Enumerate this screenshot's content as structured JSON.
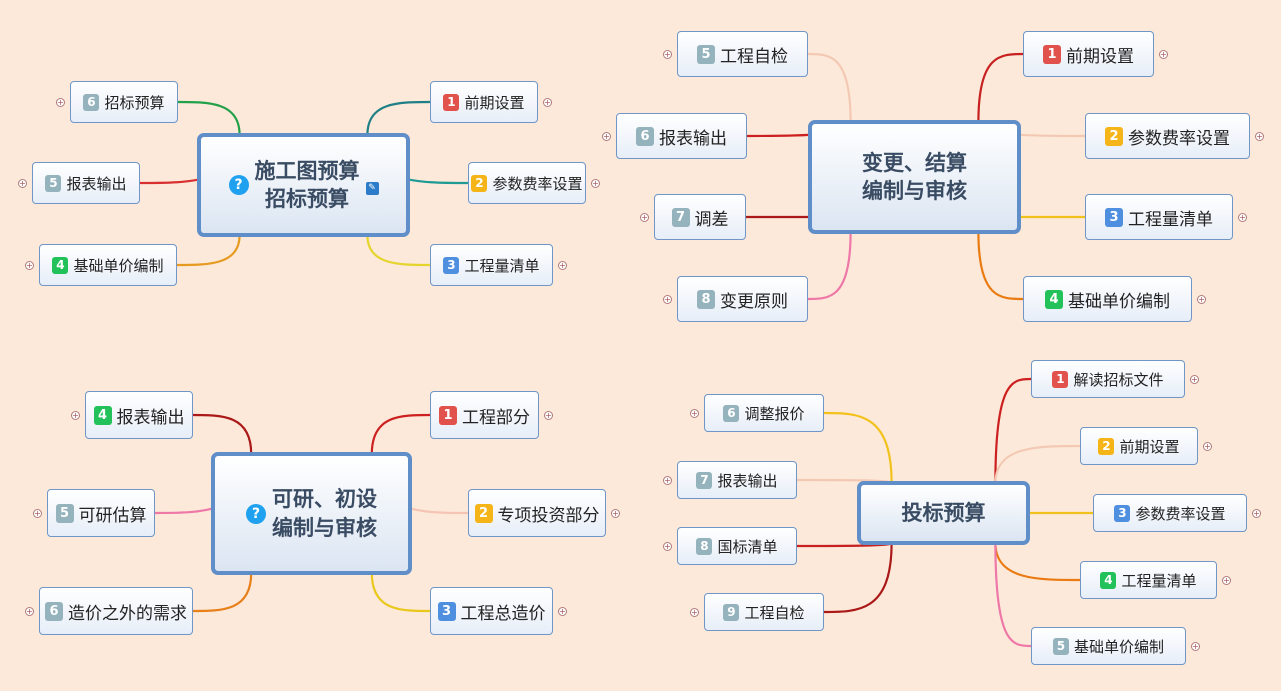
{
  "colors": {
    "red": "#e0524b",
    "orange": "#f5b418",
    "blue": "#4e8fe0",
    "green": "#23c15a",
    "gray": "#95b3bd"
  },
  "maps": {
    "tl": {
      "title": [
        "施工图预算",
        "招标预算"
      ],
      "icons": [
        "help-icon",
        "attachment-icon"
      ],
      "branches": [
        {
          "num": "1",
          "label": "前期设置",
          "badge": "red"
        },
        {
          "num": "2",
          "label": "参数费率设置",
          "badge": "orange"
        },
        {
          "num": "3",
          "label": "工程量清单",
          "badge": "blue"
        },
        {
          "num": "4",
          "label": "基础单价编制",
          "badge": "green"
        },
        {
          "num": "5",
          "label": "报表输出",
          "badge": "gray"
        },
        {
          "num": "6",
          "label": "招标预算",
          "badge": "gray"
        }
      ]
    },
    "tr": {
      "title": [
        "变更、结算",
        "编制与审核"
      ],
      "icons": [],
      "branches": [
        {
          "num": "1",
          "label": "前期设置",
          "badge": "red"
        },
        {
          "num": "2",
          "label": "参数费率设置",
          "badge": "orange"
        },
        {
          "num": "3",
          "label": "工程量清单",
          "badge": "blue"
        },
        {
          "num": "4",
          "label": "基础单价编制",
          "badge": "green"
        },
        {
          "num": "5",
          "label": "工程自检",
          "badge": "gray"
        },
        {
          "num": "6",
          "label": "报表输出",
          "badge": "gray"
        },
        {
          "num": "7",
          "label": "调差",
          "badge": "gray"
        },
        {
          "num": "8",
          "label": "变更原则",
          "badge": "gray"
        }
      ]
    },
    "bl": {
      "title": [
        "可研、初设",
        "编制与审核"
      ],
      "icons": [
        "help-icon"
      ],
      "branches": [
        {
          "num": "1",
          "label": "工程部分",
          "badge": "red"
        },
        {
          "num": "2",
          "label": "专项投资部分",
          "badge": "orange"
        },
        {
          "num": "3",
          "label": "工程总造价",
          "badge": "blue"
        },
        {
          "num": "4",
          "label": "报表输出",
          "badge": "green"
        },
        {
          "num": "5",
          "label": "可研估算",
          "badge": "gray"
        },
        {
          "num": "6",
          "label": "造价之外的需求",
          "badge": "gray"
        }
      ]
    },
    "br": {
      "title": [
        "投标预算"
      ],
      "icons": [],
      "branches": [
        {
          "num": "1",
          "label": "解读招标文件",
          "badge": "red"
        },
        {
          "num": "2",
          "label": "前期设置",
          "badge": "orange"
        },
        {
          "num": "3",
          "label": "参数费率设置",
          "badge": "blue"
        },
        {
          "num": "4",
          "label": "工程量清单",
          "badge": "green"
        },
        {
          "num": "5",
          "label": "基础单价编制",
          "badge": "gray"
        },
        {
          "num": "6",
          "label": "调整报价",
          "badge": "gray"
        },
        {
          "num": "7",
          "label": "报表输出",
          "badge": "gray"
        },
        {
          "num": "8",
          "label": "国标清单",
          "badge": "gray"
        },
        {
          "num": "9",
          "label": "工程自检",
          "badge": "gray"
        }
      ]
    }
  }
}
